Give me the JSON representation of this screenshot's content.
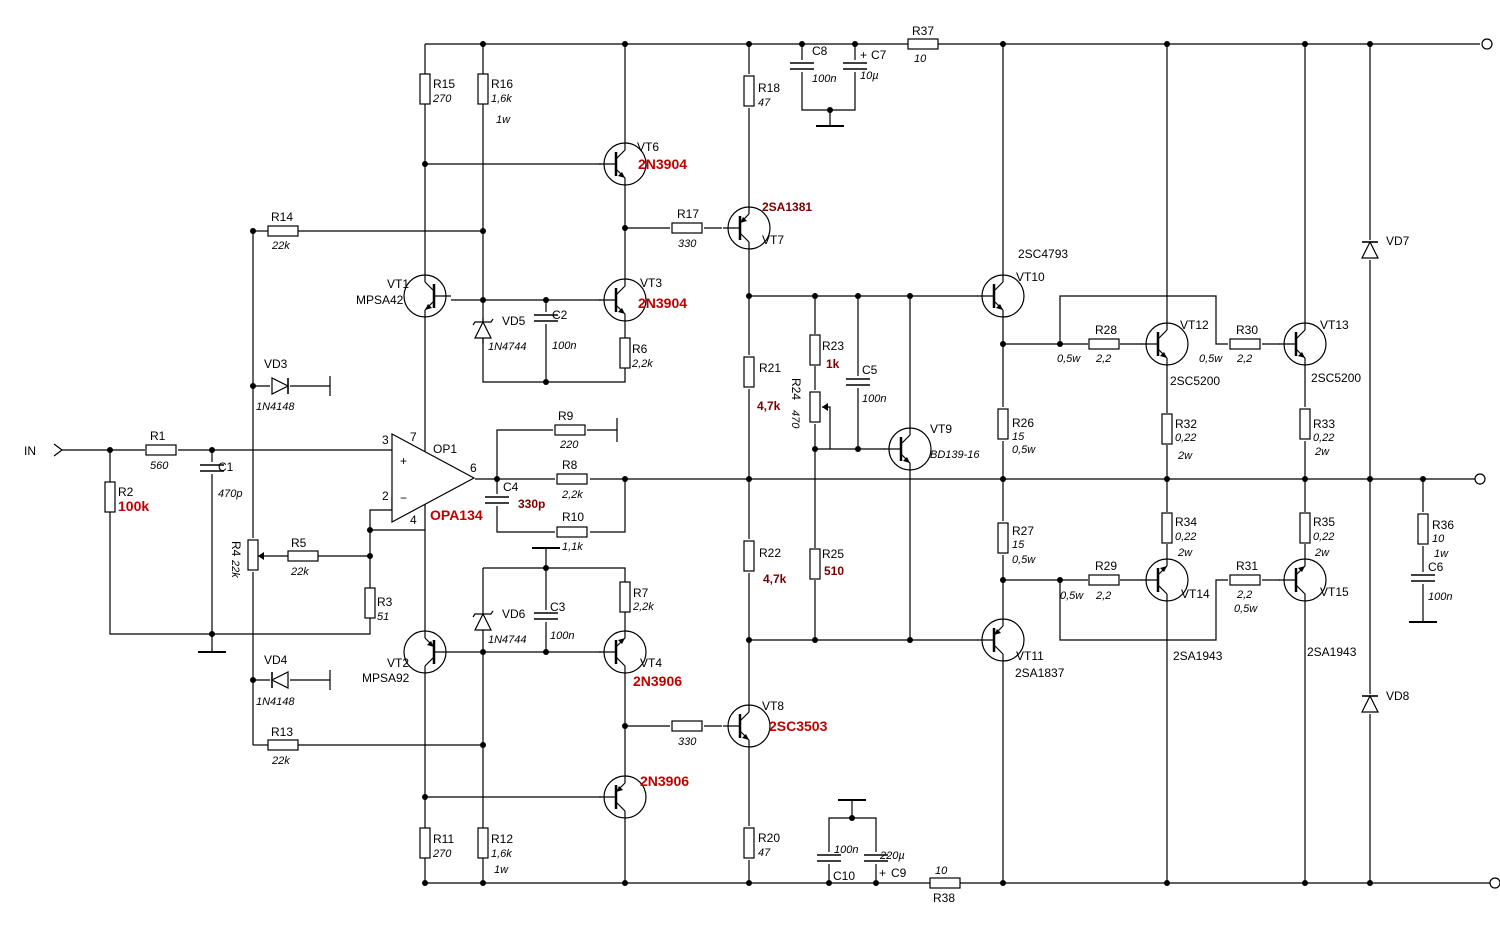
{
  "components": {
    "input": {
      "label": "IN"
    },
    "R1": {
      "ref": "R1",
      "value": "560"
    },
    "R2": {
      "ref": "R2",
      "value": "100k"
    },
    "C1": {
      "ref": "C1",
      "value": "470p"
    },
    "R3": {
      "ref": "R3",
      "value": "51"
    },
    "R4": {
      "ref": "R4",
      "value": "22k"
    },
    "R5": {
      "ref": "R5",
      "value": "22k"
    },
    "R6": {
      "ref": "R6",
      "value": "2,2k"
    },
    "R7": {
      "ref": "R7",
      "value": "2,2k"
    },
    "R8": {
      "ref": "R8",
      "value": "2,2k"
    },
    "R9": {
      "ref": "R9",
      "value": "220"
    },
    "R10": {
      "ref": "R10",
      "value": "1,1k"
    },
    "R11": {
      "ref": "R11",
      "value": "270"
    },
    "R12": {
      "ref": "R12",
      "value": "1,6k",
      "power": "1w"
    },
    "R13": {
      "ref": "R13",
      "value": "22k"
    },
    "R14": {
      "ref": "R14",
      "value": "22k"
    },
    "R15": {
      "ref": "R15",
      "value": "270"
    },
    "R16": {
      "ref": "R16",
      "value": "1,6k",
      "power": "1w"
    },
    "R17": {
      "ref": "R17",
      "value": "330"
    },
    "R17b": {
      "value": "330"
    },
    "R18": {
      "ref": "R18",
      "value": "47"
    },
    "R20": {
      "ref": "R20",
      "value": "47"
    },
    "R21": {
      "ref": "R21",
      "value": "4,7k"
    },
    "R22": {
      "ref": "R22",
      "value": "4,7k"
    },
    "R23": {
      "ref": "R23",
      "value": "1k"
    },
    "R24": {
      "ref": "R24",
      "value": "470"
    },
    "R25": {
      "ref": "R25",
      "value": "510"
    },
    "R26": {
      "ref": "R26",
      "value": "15",
      "power": "0,5w"
    },
    "R27": {
      "ref": "R27",
      "value": "15",
      "power": "0,5w"
    },
    "R28": {
      "ref": "R28",
      "value": "2,2",
      "power": "0,5w"
    },
    "R29": {
      "ref": "R29",
      "value": "2,2",
      "power": "0,5w"
    },
    "R30": {
      "ref": "R30",
      "value": "2,2",
      "power": "0,5w"
    },
    "R31": {
      "ref": "R31",
      "value": "2,2",
      "power": "0,5w"
    },
    "R32": {
      "ref": "R32",
      "value": "0,22",
      "power": "2w"
    },
    "R33": {
      "ref": "R33",
      "value": "0,22",
      "power": "2w"
    },
    "R34": {
      "ref": "R34",
      "value": "0,22",
      "power": "2w"
    },
    "R35": {
      "ref": "R35",
      "value": "0,22",
      "power": "2w"
    },
    "R36": {
      "ref": "R36",
      "value": "10",
      "power": "1w"
    },
    "R37": {
      "ref": "R37",
      "value": "10"
    },
    "R38": {
      "ref": "R38",
      "value": "10"
    },
    "C2": {
      "ref": "C2",
      "value": "100n"
    },
    "C3": {
      "ref": "C3",
      "value": "100n"
    },
    "C4": {
      "ref": "C4",
      "value": "330p"
    },
    "C5": {
      "ref": "C5",
      "value": "100n"
    },
    "C6": {
      "ref": "C6",
      "value": "100n"
    },
    "C7": {
      "ref": "C7",
      "value": "10µ"
    },
    "C8": {
      "ref": "C8",
      "value": "100n"
    },
    "C9": {
      "ref": "C9",
      "value": "220µ"
    },
    "C10": {
      "ref": "C10",
      "value": "100n"
    },
    "VD3": {
      "ref": "VD3",
      "value": "1N4148"
    },
    "VD4": {
      "ref": "VD4",
      "value": "1N4148"
    },
    "VD5": {
      "ref": "VD5",
      "value": "1N4744"
    },
    "VD6": {
      "ref": "VD6",
      "value": "1N4744"
    },
    "VD7": {
      "ref": "VD7"
    },
    "VD8": {
      "ref": "VD8"
    },
    "VT1": {
      "ref": "VT1",
      "part": "MPSA42"
    },
    "VT2": {
      "ref": "VT2",
      "part": "MPSA92"
    },
    "VT3": {
      "ref": "VT3",
      "part": "2N3904"
    },
    "VT4": {
      "ref": "VT4",
      "part": "2N3906"
    },
    "VT5": {
      "part": "2N3906"
    },
    "VT6": {
      "ref": "VT6",
      "part": "2N3904"
    },
    "VT7": {
      "ref": "VT7",
      "part": "2SA1381"
    },
    "VT8": {
      "ref": "VT8",
      "part": "2SC3503"
    },
    "VT9": {
      "ref": "VT9",
      "part": "BD139-16"
    },
    "VT10": {
      "ref": "VT10",
      "part": "2SC4793"
    },
    "VT11": {
      "ref": "VT11",
      "part": "2SA1837"
    },
    "VT12": {
      "ref": "VT12",
      "part": "2SC5200"
    },
    "VT13": {
      "ref": "VT13",
      "part": "2SC5200"
    },
    "VT14": {
      "ref": "VT14",
      "part": "2SA1943"
    },
    "VT15": {
      "ref": "VT15",
      "part": "2SA1943"
    },
    "OP1": {
      "ref": "OP1",
      "part": "OPA134",
      "pin_plus": "3",
      "pin_minus": "2",
      "pin_out": "6",
      "pin_vp": "7",
      "pin_vn": "4",
      "sign_plus": "+",
      "sign_minus": "−"
    }
  }
}
